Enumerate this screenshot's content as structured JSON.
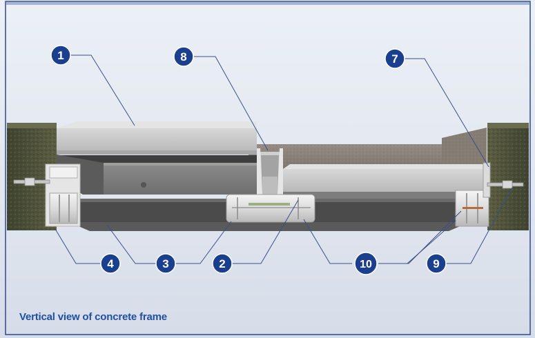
{
  "caption": "Vertical view of concrete frame",
  "callouts": {
    "c1": "1",
    "c2": "2",
    "c3": "3",
    "c4": "4",
    "c7": "7",
    "c8": "8",
    "c9": "9",
    "c10": "10"
  },
  "colors": {
    "accent_blue": "#1f4f9e",
    "callout_fill": "#1b3f8f",
    "border": "#2b4a8f",
    "background": "#dfe5ef",
    "concrete": "#8c8c8c",
    "soil": "#4d5138",
    "tube": "#e2e2e2"
  }
}
